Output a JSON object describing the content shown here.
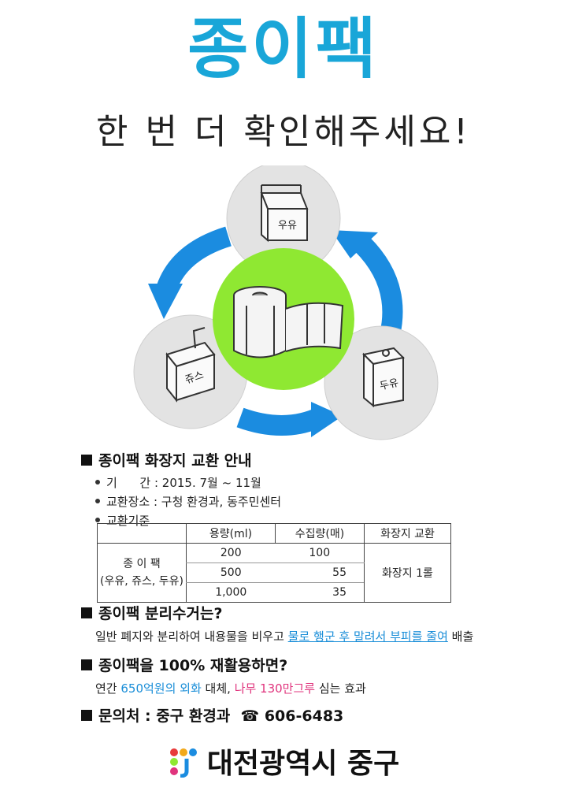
{
  "header": {
    "title": "종이팩",
    "subtitle": "한 번 더 확인해주세요!"
  },
  "diagram": {
    "top_label": "우유",
    "left_label": "쥬스",
    "right_label": "두유",
    "colors": {
      "circle_center": "#8fe832",
      "circle_outer": "#e3e3e3",
      "arrow": "#1b8ce0"
    }
  },
  "exchange": {
    "title": "종이팩 화장지 교환 안내",
    "period_label": "기      간 : 2015. 7월 ~ 11월",
    "place_label": "교환장소 : 구청 환경과, 동주민센터",
    "criteria_label": "교환기준",
    "table": {
      "headers": [
        "",
        "용량(ml)",
        "수집량(매)",
        "화장지 교환"
      ],
      "row_label_1": "종 이 팩",
      "row_label_2": "(우유, 쥬스, 두유)",
      "rows": [
        {
          "volume": "200",
          "count": "100"
        },
        {
          "volume": "500",
          "count": "55"
        },
        {
          "volume": "1,000",
          "count": "35"
        }
      ],
      "exchange_value": "화장지 1롤"
    }
  },
  "separation": {
    "title": "종이팩 분리수거는?",
    "text_prefix": "일반 폐지와 분리하여 내용물을 비우고 ",
    "text_highlight": "물로 행군 후 말려서 부피를 줄여",
    "text_suffix": " 배출"
  },
  "recycle": {
    "title": "종이팩을 100% 재활용하면?",
    "text_1": "연간 ",
    "highlight_1": "650억원의 외화",
    "text_2": " 대체, ",
    "highlight_2": "나무 130만그루",
    "text_3": " 심는 효과"
  },
  "contact": {
    "label": "문의처 : 중구 환경과",
    "phone_icon": "phone-icon",
    "phone": "606-6483"
  },
  "footer": {
    "org": "대전광역시 중구"
  }
}
